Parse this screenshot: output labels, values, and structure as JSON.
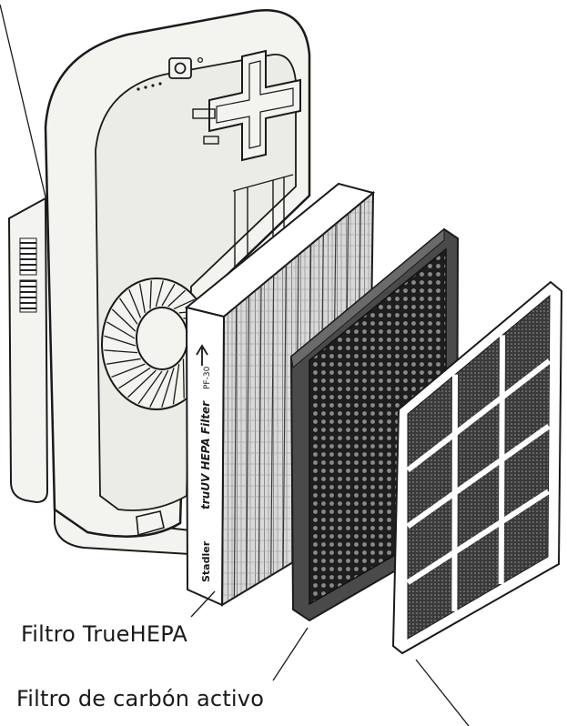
{
  "diagram": {
    "callouts": {
      "hepa": "Filtro TrueHEPA",
      "carbon": "Filtro de carbón activo"
    },
    "hepa_print": {
      "brand": "Stadler",
      "line": "truUV HEPA Filter",
      "model": "PF-30"
    }
  },
  "colors": {
    "outline": "#1a1a1a",
    "unit_body": "#f3f3ef",
    "carbon_frame": "#4a4a4a",
    "carbon_mesh": "#1e1e1e",
    "prefilter_cell": "#3a3a3a",
    "hepa_pleat": "#7a7a7a"
  }
}
